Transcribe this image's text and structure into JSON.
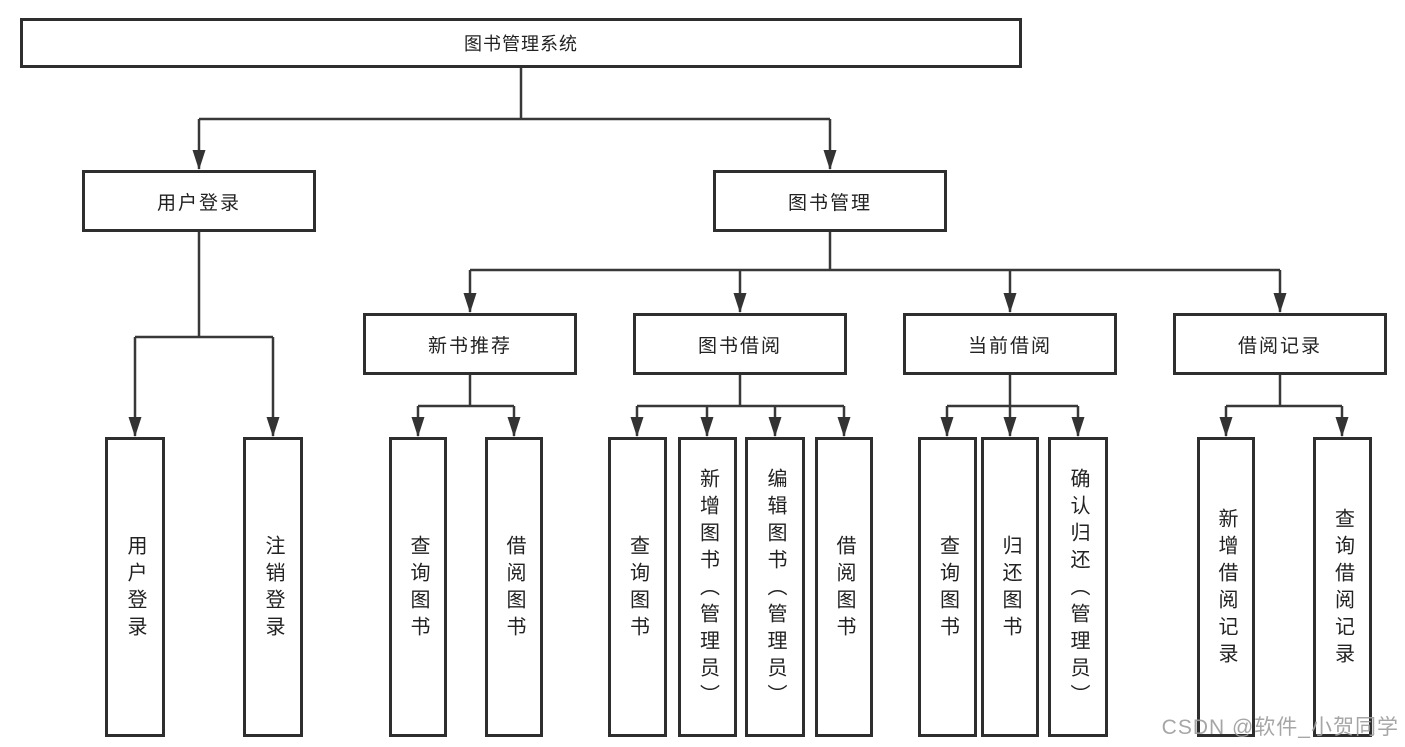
{
  "tree": {
    "root": {
      "label": "图书管理系统"
    },
    "branches": [
      {
        "label": "用户登录",
        "leaves": [
          {
            "label": "用户登录"
          },
          {
            "label": "注销登录"
          }
        ]
      },
      {
        "label": "图书管理",
        "groups": [
          {
            "label": "新书推荐",
            "leaves": [
              {
                "label": "查询图书"
              },
              {
                "label": "借阅图书"
              }
            ]
          },
          {
            "label": "图书借阅",
            "leaves": [
              {
                "label": "查询图书"
              },
              {
                "label": "新增图书（管理员）"
              },
              {
                "label": "编辑图书（管理员）"
              },
              {
                "label": "借阅图书"
              }
            ]
          },
          {
            "label": "当前借阅",
            "leaves": [
              {
                "label": "查询图书"
              },
              {
                "label": "归还图书"
              },
              {
                "label": "确认归还（管理员）"
              }
            ]
          },
          {
            "label": "借阅记录",
            "leaves": [
              {
                "label": "新增借阅记录"
              },
              {
                "label": "查询借阅记录"
              }
            ]
          }
        ]
      }
    ]
  },
  "watermark": "CSDN @软件_小贺同学",
  "colors": {
    "line": "#383838",
    "border": "#2e2e2e",
    "text": "#222222",
    "watermark": "#9e9e9e",
    "background": "#ffffff"
  }
}
